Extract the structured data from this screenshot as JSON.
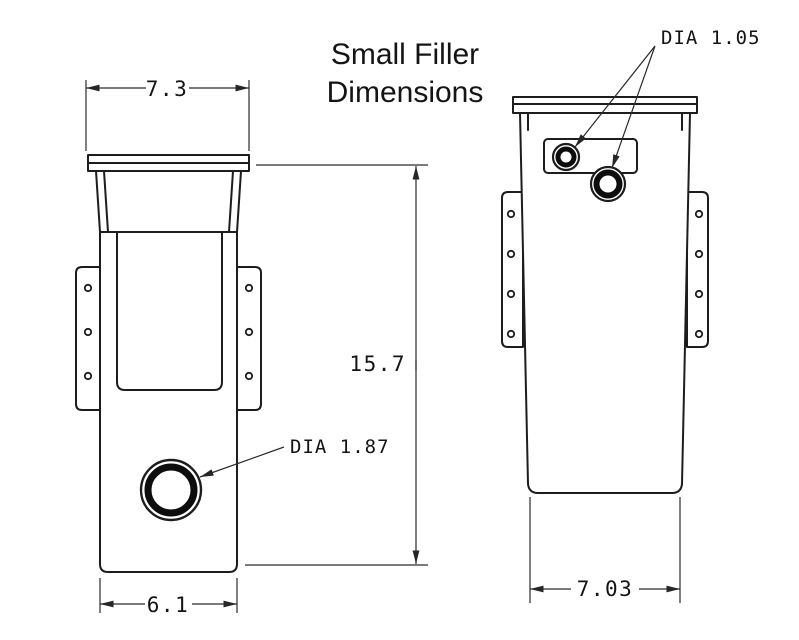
{
  "title": {
    "line1": "Small Filler",
    "line2": "Dimensions"
  },
  "front_view": {
    "top_width": "7.3",
    "bottom_width": "6.1",
    "height": "15.7",
    "drain_diameter_label": "DIA 1.87"
  },
  "side_view": {
    "bottom_width": "7.03",
    "port_diameter_label": "DIA 1.05"
  },
  "colors": {
    "outline": "#1d1d1d",
    "dimension_line": "#2a2a2a",
    "text": "#141414",
    "background": "#ffffff"
  }
}
